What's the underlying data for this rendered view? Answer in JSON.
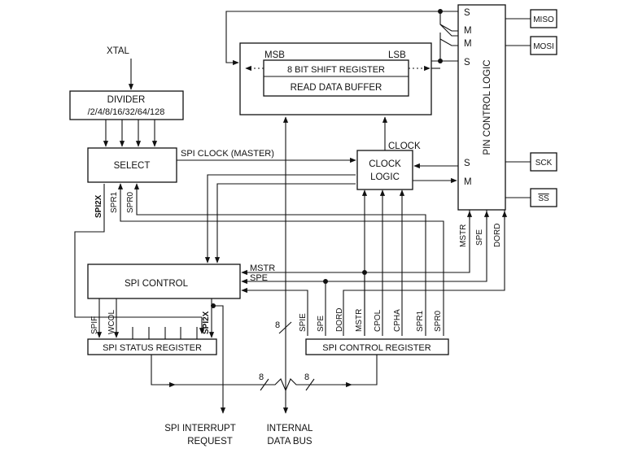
{
  "blocks": {
    "xtal": "XTAL",
    "divider_title": "DIVIDER",
    "divider_ratios": "/2/4/8/16/32/64/128",
    "select": "SELECT",
    "msb": "MSB",
    "lsb": "LSB",
    "shift_register": "8 BIT SHIFT REGISTER",
    "read_buffer": "READ DATA BUFFER",
    "clock": "CLOCK",
    "clock_logic_1": "CLOCK",
    "clock_logic_2": "LOGIC",
    "pin_control": "PIN CONTROL LOGIC",
    "spi_control": "SPI CONTROL",
    "status_register": "SPI STATUS REGISTER",
    "control_register": "SPI CONTROL REGISTER",
    "interrupt_1": "SPI INTERRUPT",
    "interrupt_2": "REQUEST",
    "data_bus_1": "INTERNAL",
    "data_bus_2": "DATA BUS"
  },
  "pins": {
    "miso": "MISO",
    "mosi": "MOSI",
    "sck": "SCK",
    "ss": "SS"
  },
  "pin_logic_ports": [
    "S",
    "M",
    "M",
    "S",
    "S",
    "M"
  ],
  "signals": {
    "spi_clock_master": "SPI CLOCK (MASTER)",
    "mstr": "MSTR",
    "spe": "SPE",
    "spi2x": "SPI2X",
    "spr1": "SPR1",
    "spr0": "SPR0",
    "mstr_v": "MSTR",
    "spe_v": "SPE",
    "dord_v": "DORD"
  },
  "status_bits": [
    "SPIF",
    "WCOL",
    "SPI2X"
  ],
  "control_bits": [
    "SPIE",
    "SPE",
    "DORD",
    "MSTR",
    "CPOL",
    "CPHA",
    "SPR1",
    "SPR0"
  ],
  "bus_widths": [
    "8",
    "8",
    "8"
  ]
}
